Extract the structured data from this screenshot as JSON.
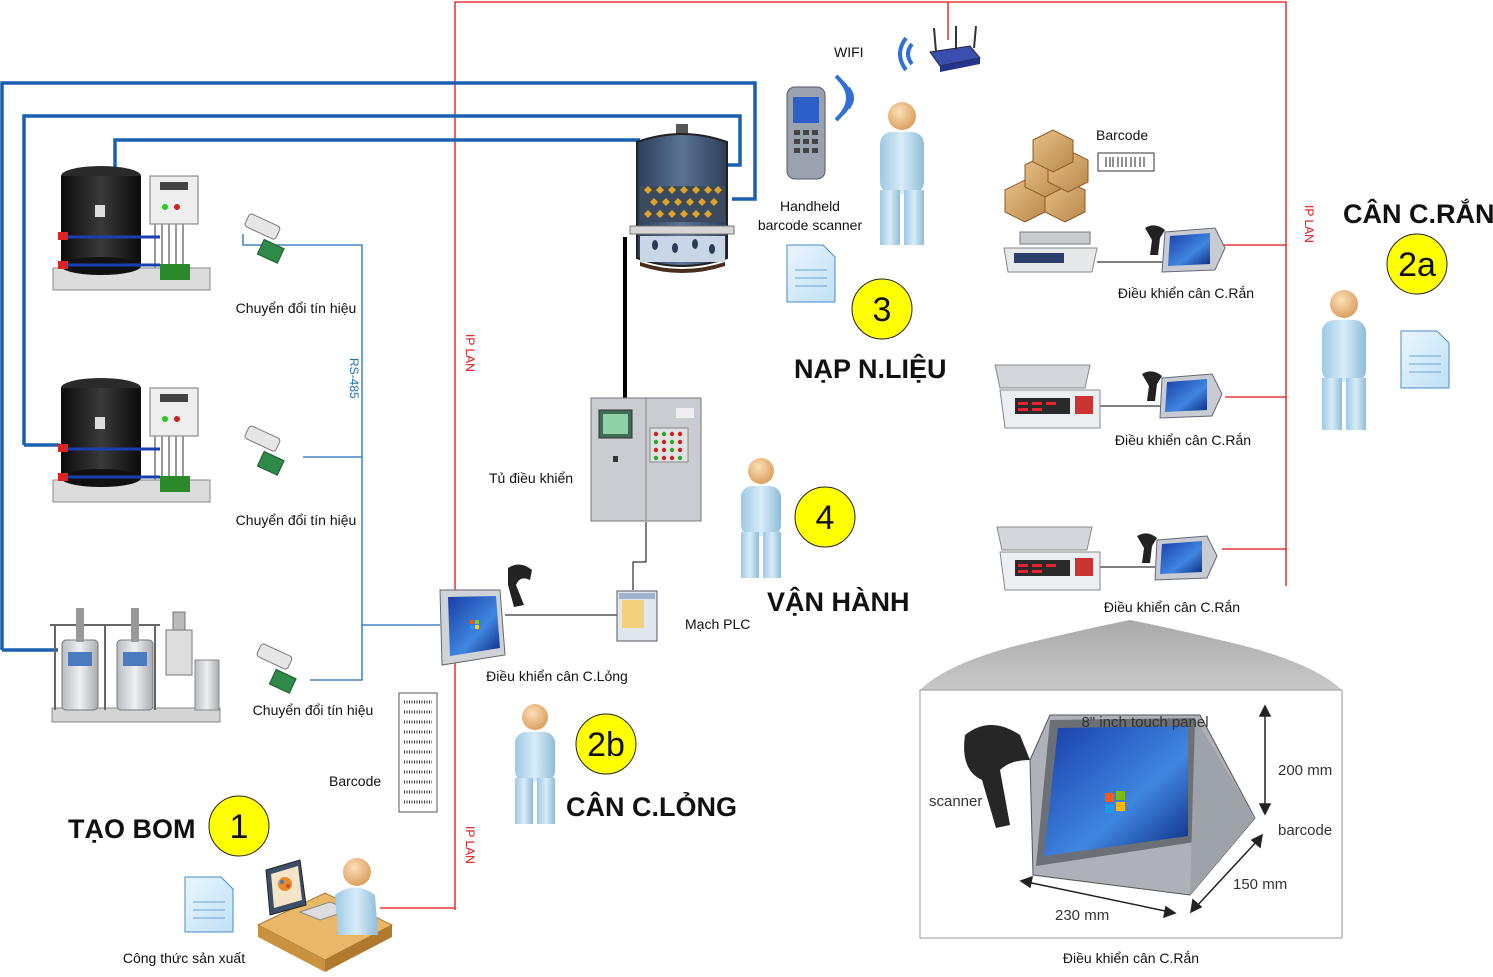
{
  "labels": {
    "wifi": "WIFI",
    "handheld_line1": "Handheld",
    "handheld_line2": "barcode scanner",
    "barcode_top": "Barcode",
    "barcode_left": "Barcode",
    "signal_converter_1": "Chuyển đổi tín hiệu",
    "signal_converter_2": "Chuyển đổi tín hiệu",
    "signal_converter_3": "Chuyển đổi tín hiệu",
    "rs485": "RS-485",
    "ip_lan_1": "IP LAN",
    "ip_lan_2": "IP LAN",
    "ip_lan_3": "IP LAN",
    "control_cabinet": "Tủ điều khiển",
    "plc": "Mạch PLC",
    "liquid_controller": "Điều khiển cân C.Lỏng",
    "solid_controller_1": "Điều khiển cân C.Rắn",
    "solid_controller_2": "Điều khiển cân C.Rắn",
    "solid_controller_3": "Điều khiển cân C.Rắn",
    "solid_controller_detail": "Điều khiển cân C.Rắn",
    "recipe": "Công thức sản xuất"
  },
  "stages": [
    {
      "number": "1",
      "title": "TẠO BOM"
    },
    {
      "number": "2a",
      "title": "CÂN C.RẮN"
    },
    {
      "number": "2b",
      "title": "CÂN C.LỎNG"
    },
    {
      "number": "3",
      "title": "NẠP N.LIỆU"
    },
    {
      "number": "4",
      "title": "VẬN HÀNH"
    }
  ],
  "panel_detail": {
    "title": "8\" inch touch panel",
    "scanner": "scanner",
    "height": "200 mm",
    "barcode": "barcode",
    "depth": "150 mm",
    "width": "230 mm"
  },
  "colors": {
    "ip_lan_line": "#e01010",
    "rs485_line": "#1f6fb5",
    "pipe": "#1a5fb0",
    "stage_badge": "#ffff00"
  }
}
